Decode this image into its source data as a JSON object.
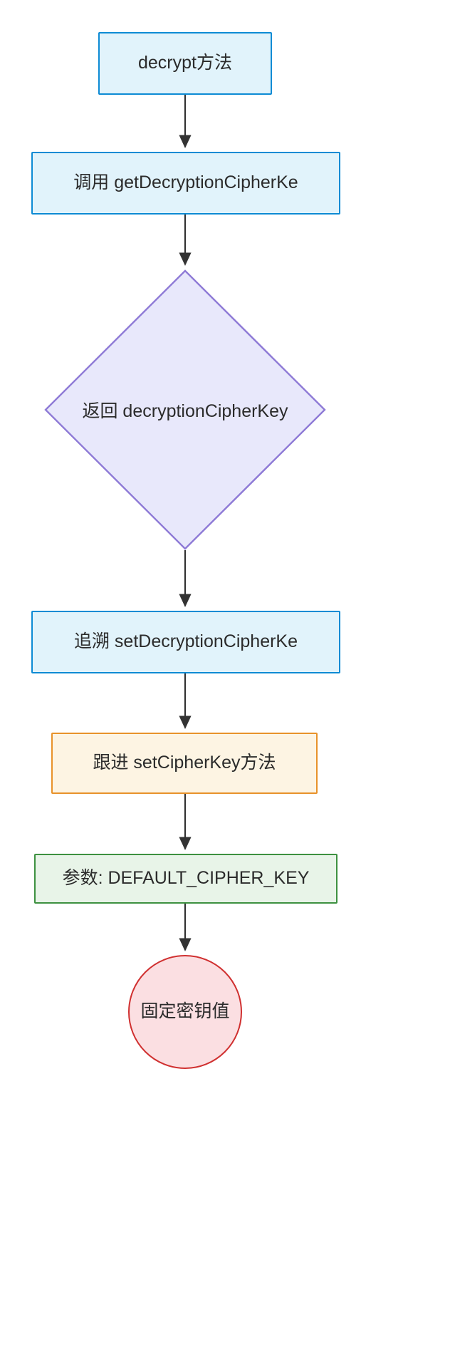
{
  "diagram": {
    "type": "flowchart",
    "orientation": "top-to-bottom",
    "background": "#ffffff",
    "edge_color": "#333333",
    "text_color": "#2b2b2b"
  },
  "nodes": [
    {
      "id": "decrypt-method",
      "label": "decrypt方法",
      "shape": "rectangle",
      "fill": "#e1f3fb",
      "stroke": "#0d8bd4"
    },
    {
      "id": "call-get-decryption-cipher-key",
      "label": "调用 getDecryptionCipherKe",
      "shape": "rectangle",
      "fill": "#e1f3fb",
      "stroke": "#0d8bd4"
    },
    {
      "id": "return-decryption-cipher-key",
      "label": "返回 decryptionCipherKey",
      "shape": "diamond",
      "fill": "#e8e8fb",
      "stroke": "#8e7ad6"
    },
    {
      "id": "trace-set-decryption-cipher-key",
      "label": "追溯 setDecryptionCipherKe",
      "shape": "rectangle",
      "fill": "#e1f3fb",
      "stroke": "#0d8bd4"
    },
    {
      "id": "follow-set-cipher-key-method",
      "label": "跟进 setCipherKey方法",
      "shape": "rectangle",
      "fill": "#fdf4e3",
      "stroke": "#e8922a"
    },
    {
      "id": "param-default-cipher-key",
      "label": "参数: DEFAULT_CIPHER_KEY",
      "shape": "rectangle",
      "fill": "#e8f4e8",
      "stroke": "#3d9140"
    },
    {
      "id": "fixed-key-value",
      "label": "固定密钥值",
      "shape": "circle",
      "fill": "#fbdfe2",
      "stroke": "#d03030"
    }
  ],
  "edges": [
    {
      "from": "decrypt-method",
      "to": "call-get-decryption-cipher-key",
      "label": ""
    },
    {
      "from": "call-get-decryption-cipher-key",
      "to": "return-decryption-cipher-key",
      "label": ""
    },
    {
      "from": "return-decryption-cipher-key",
      "to": "trace-set-decryption-cipher-key",
      "label": ""
    },
    {
      "from": "trace-set-decryption-cipher-key",
      "to": "follow-set-cipher-key-method",
      "label": ""
    },
    {
      "from": "follow-set-cipher-key-method",
      "to": "param-default-cipher-key",
      "label": ""
    },
    {
      "from": "param-default-cipher-key",
      "to": "fixed-key-value",
      "label": ""
    }
  ]
}
